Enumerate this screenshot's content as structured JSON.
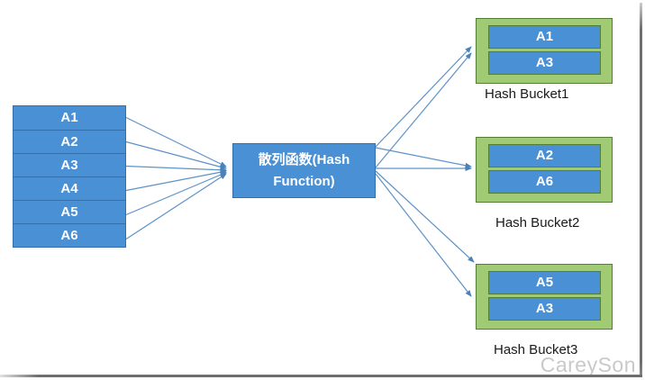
{
  "diagram": {
    "title": "hash-function-bucket-diagram",
    "source_items": [
      "A1",
      "A2",
      "A3",
      "A4",
      "A5",
      "A6"
    ],
    "hash_box": {
      "label": "散列函数(Hash Function)"
    },
    "buckets": [
      {
        "label": "Hash Bucket1",
        "items": [
          "A1",
          "A3"
        ]
      },
      {
        "label": "Hash Bucket2",
        "items": [
          "A2",
          "A6"
        ]
      },
      {
        "label": "Hash Bucket3",
        "items": [
          "A5",
          "A3"
        ]
      }
    ],
    "connections": {
      "sources_to_hash": [
        "A1",
        "A2",
        "A3",
        "A4",
        "A5",
        "A6"
      ],
      "hash_to_buckets": [
        "Hash Bucket1",
        "Hash Bucket1",
        "Hash Bucket2",
        "Hash Bucket2",
        "Hash Bucket3",
        "Hash Bucket3"
      ]
    },
    "watermark": "CareySon",
    "colors": {
      "box_fill_blue": "#4a90d5",
      "box_border_blue": "#336fad",
      "bucket_fill_green": "#a1ca75",
      "bucket_border_green": "#527f33",
      "arrow_blue": "#5e92c8",
      "label_text": "#1a1a1a",
      "watermark_gray": "#c9c9c9"
    }
  }
}
